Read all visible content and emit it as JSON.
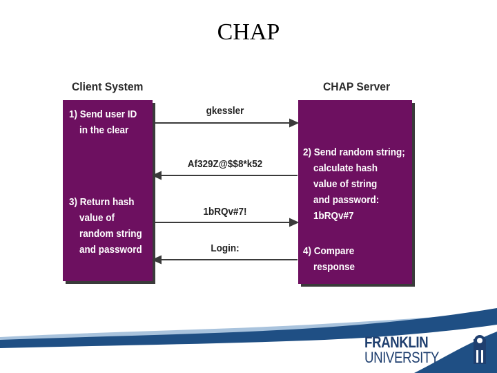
{
  "slide": {
    "title": "CHAP"
  },
  "diagram": {
    "client": {
      "title": "Client System",
      "step1": "1) Send user ID\n    in the clear",
      "step3": "3) Return hash\n    value of\n    random string\n    and password"
    },
    "server": {
      "title": "CHAP Server",
      "step2": "2) Send random string;\n    calculate hash\n    value of string\n    and password:\n    1bRQv#7",
      "step4": "4) Compare\n    response"
    },
    "messages": [
      {
        "label": "gkessler",
        "direction": "client-to-server"
      },
      {
        "label": "Af329Z@$$8*k52",
        "direction": "server-to-client"
      },
      {
        "label": "1bRQv#7!",
        "direction": "client-to-server"
      },
      {
        "label": "Login:",
        "direction": "server-to-client"
      }
    ]
  },
  "footer": {
    "logo_line1": "FRANKLIN",
    "logo_line2": "UNIVERSITY",
    "brand_color": "#1f3f6f",
    "wave_color": "#1f4f84",
    "wave_light_color": "#a9c3dd"
  }
}
